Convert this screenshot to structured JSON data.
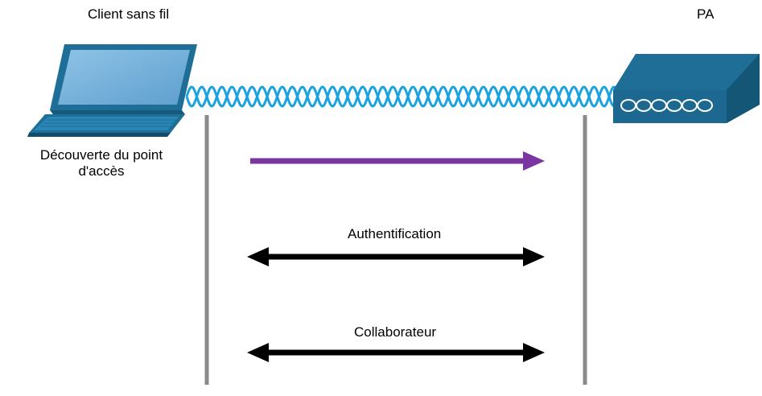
{
  "labels": {
    "client": "Client sans fil",
    "ap": "PA",
    "discovery_line1": "Découverte du point",
    "discovery_line2": "d'accès",
    "authentication": "Authentification",
    "association": "Collaborateur"
  },
  "colors": {
    "device_blue": "#1e6e97",
    "wifi_wave": "#1aa3e0",
    "discovery_arrow": "#7a35a1",
    "bidirectional_arrow": "#000000",
    "timeline": "#8a8a8a"
  },
  "icons": {
    "client": "laptop-icon",
    "ap": "access-point-icon"
  }
}
